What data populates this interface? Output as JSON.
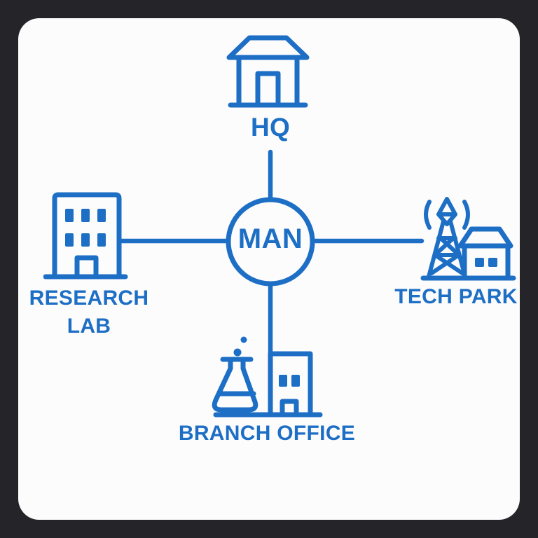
{
  "colors": {
    "accent": "#1d6ec5",
    "card_bg": "#fcfcfc",
    "frame_bg": "#242429"
  },
  "diagram": {
    "type": "network-topology",
    "topology": "star",
    "center": {
      "id": "man",
      "label": "MAN",
      "shape": "circle"
    },
    "nodes": [
      {
        "id": "hq",
        "label": "HQ",
        "icon": "house-icon",
        "position": "top"
      },
      {
        "id": "research-lab",
        "label": "RESEARCH LAB",
        "icon": "office-building-icon",
        "position": "left"
      },
      {
        "id": "tech-park",
        "label": "TECH PARK",
        "icon": "radio-tower-house-icon",
        "position": "right"
      },
      {
        "id": "branch-office",
        "label": "BRANCH OFFICE",
        "icon": "flask-building-icon",
        "position": "bottom"
      }
    ],
    "edges": [
      {
        "from": "man",
        "to": "hq"
      },
      {
        "from": "man",
        "to": "research-lab"
      },
      {
        "from": "man",
        "to": "tech-park"
      },
      {
        "from": "man",
        "to": "branch-office"
      }
    ]
  }
}
